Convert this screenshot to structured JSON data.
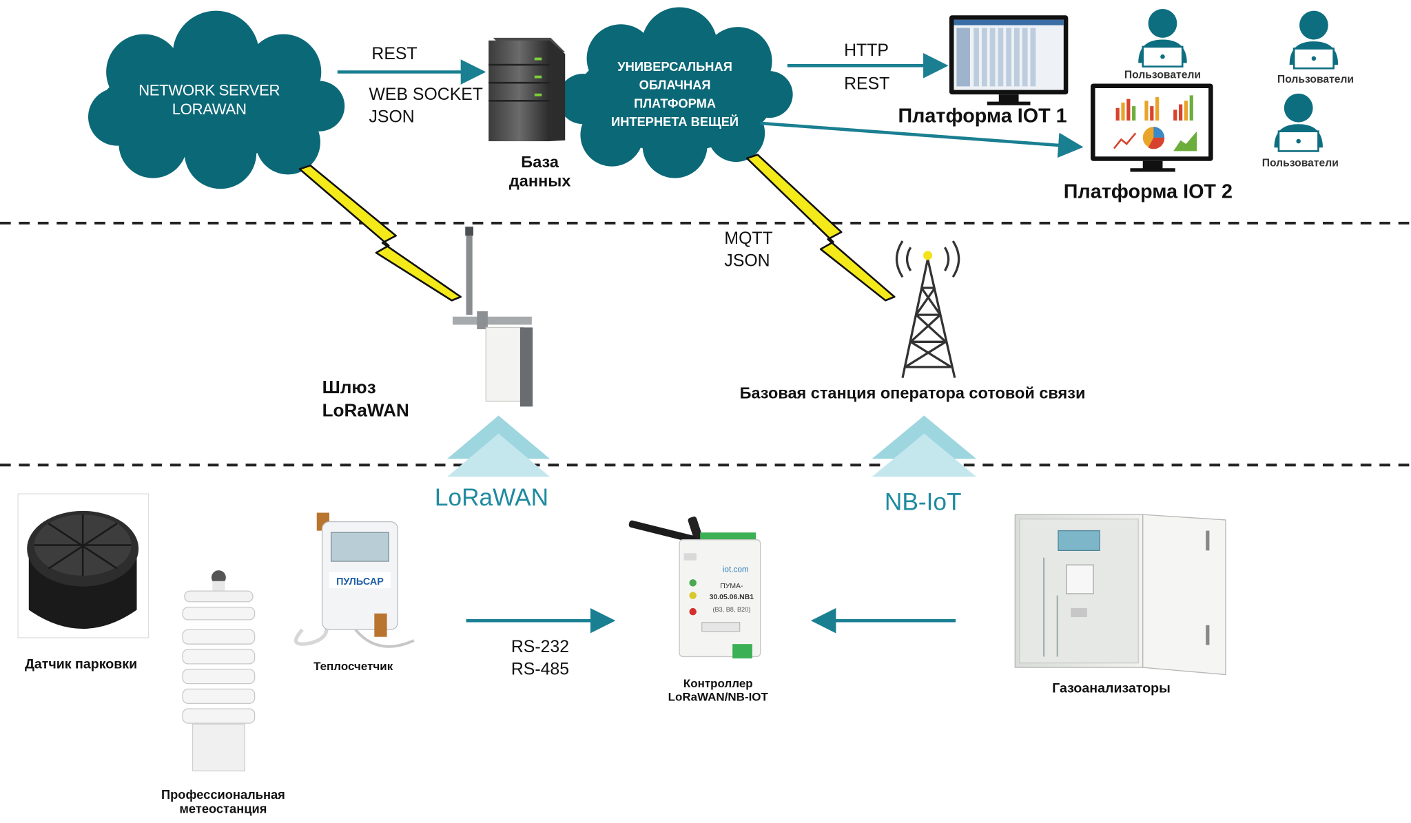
{
  "zones": {
    "cloud": {
      "network_server": "NETWORK SERVER\nLORAWAN",
      "platform": "УНИВЕРСАЛЬНАЯ\nОБЛАЧНАЯ\nПЛАТФОРМА\nИНТЕРНЕТА ВЕЩЕЙ",
      "protocols_ns": [
        "REST",
        "WEB SOCKET",
        "JSON"
      ],
      "database": "База\nданных",
      "protocols_http": [
        "HTTP",
        "REST"
      ],
      "iot1": "Платформа IOT 1",
      "iot2": "Платформа IOT 2",
      "users": [
        "Пользователи",
        "Пользователи",
        "Пользователи"
      ]
    },
    "network": {
      "mqtt": [
        "MQTT",
        "JSON"
      ],
      "gateway": "Шлюз\nLoRaWAN",
      "base_station": "Базовая станция оператора сотовой связи",
      "tech_lorawan": "LoRaWAN",
      "tech_nbiot": "NB-IoT"
    },
    "devices": {
      "parking": "Датчик парковки",
      "weather": "Профессиональная\nметеостанция",
      "heat_meter": "Теплосчетчик",
      "serial": [
        "RS-232",
        "RS-485"
      ],
      "controller": "Контроллер\nLoRaWAN/NB-IOT",
      "gas": "Газоанализаторы"
    }
  },
  "device_labels": {
    "meter_brand": "ПУЛЬСАР",
    "ctrl_brand": "iot.com",
    "ctrl_model": "ПУМА-\n30.05.06.NB1",
    "ctrl_bands": "(B3, B8, B20)"
  },
  "colors": {
    "teal": "#0d6e80",
    "cloud": "#0b6877",
    "arrow": "#1a7f91",
    "bolt": "#f4ea1a",
    "chevron": "#9ed6e0"
  }
}
